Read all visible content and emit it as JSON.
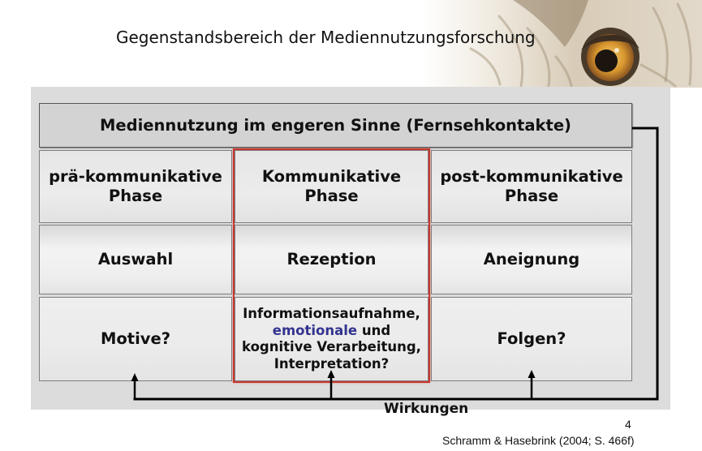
{
  "title": "Gegenstandsbereich der Mediennutzungsforschung",
  "top_box": {
    "label": "Mediennutzung im engeren Sinne (Fernsehkontakte)"
  },
  "columns": [
    {
      "phase_line1": "prä-kommunikative",
      "phase_line2": "Phase",
      "activity": "Auswahl",
      "aspect": "Motive?"
    },
    {
      "phase_line1": "Kommunikative",
      "phase_line2": "Phase",
      "activity": "Rezeption",
      "aspect": {
        "line1": "Informationsaufnahme,",
        "highlight": "emotionale",
        "line2_rest": "und",
        "line3": "kognitive Verarbeitung,",
        "line4": "Interpretation?"
      }
    },
    {
      "phase_line1": "post-kommunikative",
      "phase_line2": "Phase",
      "activity": "Aneignung",
      "aspect": "Folgen?"
    }
  ],
  "feedback_label": "Wirkungen",
  "page_number": "4",
  "citation": "Schramm & Hasebrink (2004; S. 466f)",
  "colors": {
    "panel": "#dcdcdc",
    "top_box": "#d3d3d3",
    "highlight_column_border": "#c8372d",
    "highlight_text": "#33338f",
    "connector": "#000000"
  },
  "decor": {
    "image": "owl-image"
  }
}
